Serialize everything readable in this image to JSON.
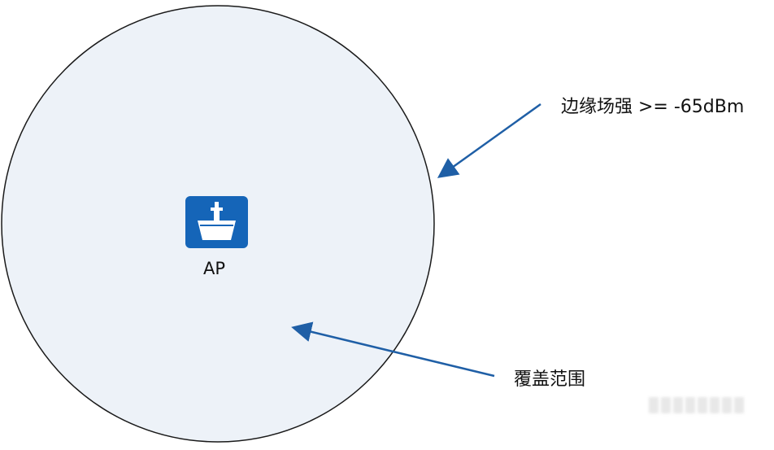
{
  "ap": {
    "label": "AP",
    "icon": "access-point-icon",
    "icon_color": "#1565b8"
  },
  "annotations": {
    "edge_signal": "边缘场强 >= -65dBm",
    "coverage": "覆盖范围"
  },
  "colors": {
    "coverage_fill": "#edf2f8",
    "coverage_stroke": "#1a1a1a",
    "arrow": "#1f5fa6"
  }
}
